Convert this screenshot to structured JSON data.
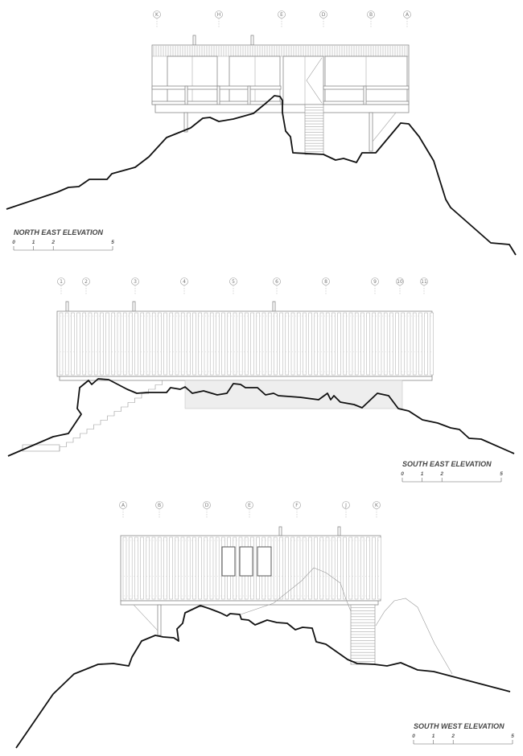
{
  "drawings": [
    {
      "title": "NORTH EAST  ELEVATION",
      "grid_labels": [
        "K",
        "H",
        "E",
        "D",
        "B",
        "A"
      ],
      "scale_labels": [
        "0",
        "1",
        "2",
        "5"
      ]
    },
    {
      "title": "SOUTH EAST  ELEVATION",
      "grid_labels": [
        "1",
        "2",
        "3",
        "4",
        "5",
        "6",
        "8",
        "9",
        "10",
        "11"
      ],
      "scale_labels": [
        "0",
        "1",
        "2",
        "5"
      ]
    },
    {
      "title": "SOUTH WEST ELEVATION",
      "grid_labels": [
        "A",
        "B",
        "D",
        "E",
        "F",
        "J",
        "K"
      ],
      "scale_labels": [
        "0",
        "1",
        "2",
        "5"
      ]
    }
  ],
  "colors": {
    "terrain": "#111111",
    "linework": "#888888",
    "title": "#444444"
  }
}
